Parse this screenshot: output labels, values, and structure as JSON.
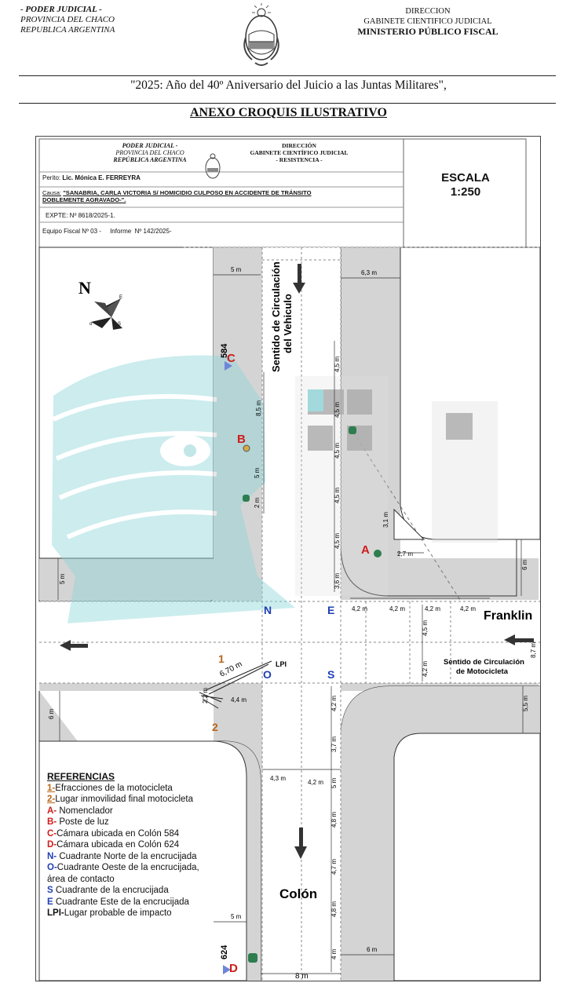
{
  "header": {
    "left": [
      "- PODER JUDICIAL -",
      "PROVINCIA DEL CHACO",
      "REPUBLICA ARGENTINA"
    ],
    "right": [
      "DIRECCION",
      "GABINETE CIENTIFICO JUDICIAL",
      "MINISTERIO PÚBLICO FISCAL"
    ]
  },
  "motto": "\"2025: Año del 40º Aniversario del Juicio a las Juntas Militares\",",
  "annex_title": "ANEXO CROQUIS ILUSTRATIVO",
  "title_block": {
    "org_left": [
      "PODER JUDICIAL -",
      "PROVINCIA DEL CHACO",
      "REPÚBLICA ARGENTINA"
    ],
    "org_right": [
      "DIRECCIÓN",
      "GABINETE CIENTÍFICO JUDICIAL",
      "- RESISTENCIA -"
    ],
    "perito_label": "Perito:",
    "perito": "Lic. Mónica E. FERREYRA",
    "causa_label": "Causa:",
    "causa_line1": "\"SANABRIA, CARLA VICTORIA S/ HOMICIDIO CULPOSO EN ACCIDENTE DE TRÁNSITO",
    "causa_line2": "DOBLEMENTE AGRAVADO-\".",
    "expte": "EXPTE: Nº 8618/2025-1.",
    "equipo": "Equipo Fiscal Nº 03 -     Informe  Nº 142/2025-",
    "scale_label": "ESCALA",
    "scale_value": "1:250"
  },
  "map": {
    "compass": {
      "n": "N",
      "marks": [
        "o",
        "S",
        "E"
      ]
    },
    "street_v_label": "Sentido de Circulación",
    "street_v_label2": "del Vehiculo",
    "street_h_name": "Franklin",
    "street_v_name": "Colón",
    "moto_dir_label": "Sentido de Circulación",
    "moto_dir_label2": "de Motocicleta",
    "points": {
      "A": "A",
      "B": "B",
      "C": "C",
      "D": "D",
      "N": "N",
      "E": "E",
      "O": "O",
      "S": "S",
      "one": "1",
      "two": "2",
      "lpi": "LPI"
    },
    "camera_c_number": "584",
    "camera_d_number": "624",
    "dims": {
      "top_left_width": "5 m",
      "top_right_width": "6,3 m",
      "seg_45a": "4,5 m",
      "seg_85": "8,5 m",
      "seg_5": "5 m",
      "seg_2": "2 m",
      "seg_45b": "4,5 m",
      "seg_45c": "4,5 m",
      "seg_45d": "4,5 m",
      "seg_45e": "4,5 m",
      "seg_36": "3,6 m",
      "curb_31": "3,1 m",
      "curb_27": "2,7 m",
      "right_6": "6 m",
      "left_5": "5 m",
      "h42a": "4,2 m",
      "h42b": "4,2 m",
      "h42c": "4,2 m",
      "h42d": "4,2 m",
      "v45": "4,5 m",
      "v42": "4,2 m",
      "v87": "8,7 m",
      "skid": "6,70 m",
      "d22": "2,2 m",
      "d44": "4,4 m",
      "left_6": "6 m",
      "v42b": "4,2 m",
      "v37": "3,7 m",
      "right_55": "5,5 m",
      "h43": "4,3 m",
      "h42e": "4,2 m",
      "v5": "5 m",
      "v48a": "4,8 m",
      "v47": "4,7 m",
      "v48b": "4,8 m",
      "v4": "4 m",
      "bottom_left_5": "5 m",
      "bottom_right_6": "6 m",
      "bottom_8": "8 m"
    },
    "references": {
      "title": "REFERENCIAS",
      "items": [
        {
          "key": "1-",
          "text": "Efracciones de la motocicleta"
        },
        {
          "key": "2-",
          "text": "Lugar inmovilidad final motocicleta"
        },
        {
          "key": "A-",
          "text": " Nomenclador"
        },
        {
          "key": "B-",
          "text": " Poste de luz"
        },
        {
          "key": "C-",
          "text": "Cámara ubicada en Colón 584"
        },
        {
          "key": "D-",
          "text": "Cámara ubicada en Colón 624"
        },
        {
          "key": "N-",
          "text": " Cuadrante Norte de la encrucijada"
        },
        {
          "key": "O-",
          "text": "Cuadrante Oeste de la encrucijada, área de contacto"
        },
        {
          "key": "S",
          "text": " Cuadrante de la encrucijada"
        },
        {
          "key": "E",
          "text": " Cuadrante Este de la encrucijada"
        },
        {
          "key": "LPI-",
          "text": "Lugar probable de impacto"
        }
      ]
    }
  },
  "colors": {
    "key_red": "#d11a1a",
    "key_blue": "#1f3fb5",
    "key_orange": "#b8661a",
    "road": "#d4d4d4",
    "watermark": "#9fdde0",
    "marker_green": "#2e7d4f"
  }
}
